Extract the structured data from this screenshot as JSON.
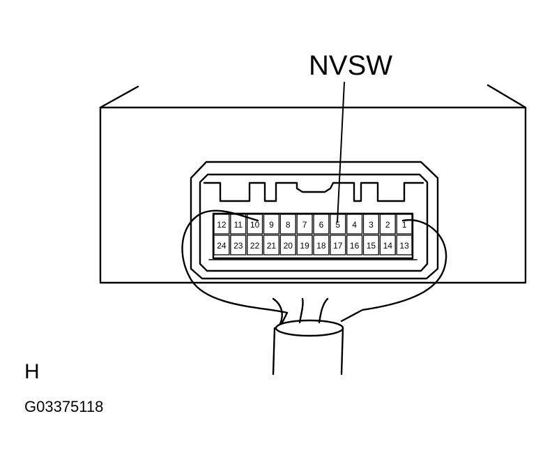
{
  "signal_label": "NVSW",
  "connector_code": "H",
  "figure_id": "G03375118",
  "pin_rows": [
    [
      "12",
      "11",
      "10",
      "9",
      "8",
      "7",
      "6",
      "5",
      "4",
      "3",
      "2",
      "1"
    ],
    [
      "24",
      "23",
      "22",
      "21",
      "20",
      "19",
      "18",
      "17",
      "16",
      "15",
      "14",
      "13"
    ]
  ],
  "highlighted_pin": "5",
  "colors": {
    "line": "#000000",
    "background": "#ffffff"
  }
}
